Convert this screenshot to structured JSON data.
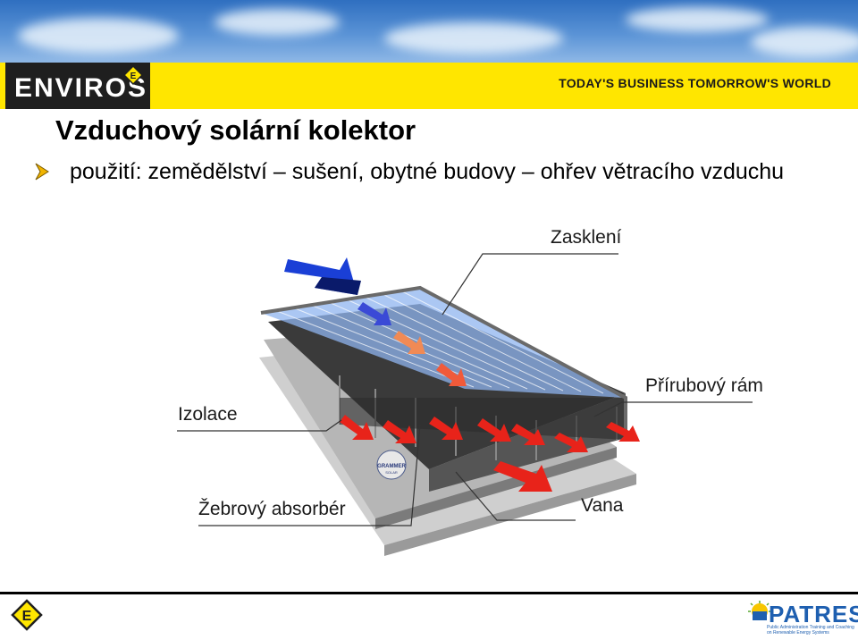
{
  "header": {
    "logo_text": "ENVIROS",
    "logo_badge": "E",
    "tagline": "TODAY'S BUSINESS TOMORROW'S WORLD"
  },
  "slide": {
    "title": "Vzduchový solární kolektor",
    "bullet_text": "použití: zemědělství – sušení, obytné budovy – ohřev větracího vzduchu"
  },
  "diagram": {
    "labels": {
      "zaskleni": "Zasklení",
      "prirubovy_ram": "Přírubový rám",
      "izolace": "Izolace",
      "zebrovy_absorber": "Žebrový absorbér",
      "vana": "Vana"
    },
    "brand_mark": "GRAMMER",
    "brand_sub": "SOLAR"
  },
  "footer": {
    "badge": "E",
    "patres_name": "PATRES",
    "patres_sub": "Public Administration Training and Coaching on Renewable Energy Systems"
  },
  "colors": {
    "banner_yellow": "#ffe600",
    "logo_dark": "#1f1f1f",
    "glass_blue": "#8fb4ef",
    "arrow_blue": "#1a3fd6",
    "arrow_red": "#e8231a",
    "arrow_orange": "#f08a55"
  }
}
